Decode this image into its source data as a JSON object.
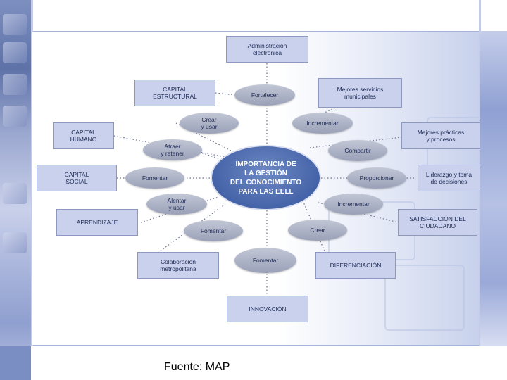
{
  "diagram": {
    "center": "IMPORTANCIA DE\nLA GESTIÓN\nDEL CONOCIMIENTO\nPARA LAS EELL",
    "boxes": {
      "administracion": "Administración\nelectrónica",
      "capital_estructural": "CAPITAL\nESTRUCTURAL",
      "mejores_servicios": "Mejores servicios\nmunicipales",
      "capital_humano": "CAPITAL\nHUMANO",
      "mejores_practicas": "Mejores prácticas\ny procesos",
      "capital_social": "CAPITAL\nSOCIAL",
      "liderazgo": "Liderazgo y toma\nde decisiones",
      "aprendizaje": "APRENDIZAJE",
      "satisfaccion": "SATISFACCIÓN DEL\nCIUDADANO",
      "colaboracion": "Colaboración\nmetropolitana",
      "diferenciacion": "DIFERENCIACIÓN",
      "innovacion": "INNOVACIÓN"
    },
    "ovals": {
      "fortalecer": "Fortalecer",
      "crear_usar": "Crear\ny usar",
      "incrementar_top": "Incrementar",
      "atraer_retener": "Atraer\ny retener",
      "compartir": "Compartir",
      "fomentar_left": "Fomentar",
      "proporcionar": "Proporcionar",
      "alentar_usar": "Alentar\ny usar",
      "incrementar_right": "Incrementar",
      "fomentar_lower": "Fomentar",
      "crear": "Crear",
      "fomentar_bottom": "Fomentar"
    }
  },
  "source": "Fuente: MAP"
}
